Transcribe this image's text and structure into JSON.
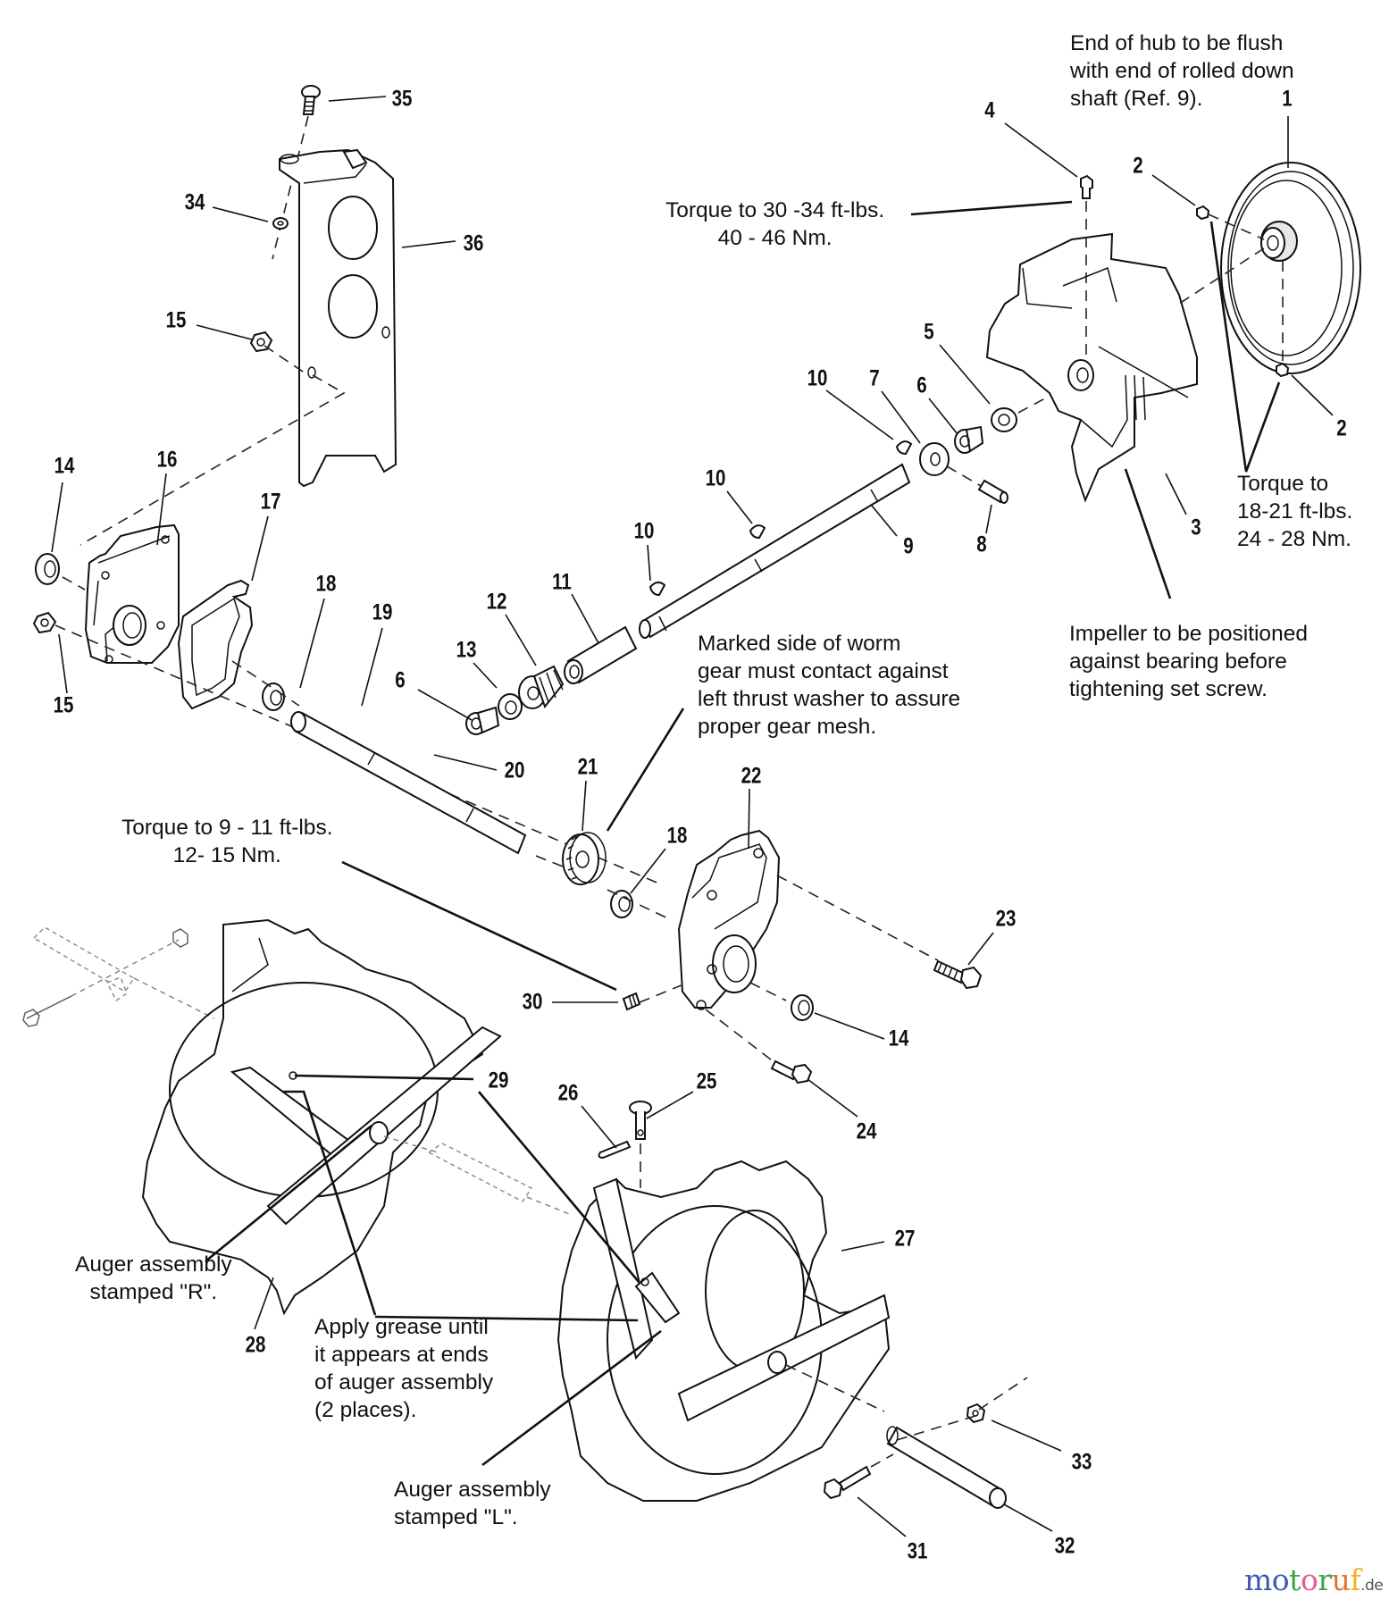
{
  "diagram": {
    "type": "exploded-parts-diagram",
    "subject": "Snow thrower auger gearbox, impeller and auger assembly"
  },
  "callouts": [
    {
      "id": "c35",
      "label": "35"
    },
    {
      "id": "c34",
      "label": "34"
    },
    {
      "id": "c36",
      "label": "36"
    },
    {
      "id": "c15a",
      "label": "15"
    },
    {
      "id": "c4",
      "label": "4"
    },
    {
      "id": "c2a",
      "label": "2"
    },
    {
      "id": "c1",
      "label": "1"
    },
    {
      "id": "c2b",
      "label": "2"
    },
    {
      "id": "c5",
      "label": "5"
    },
    {
      "id": "c10a",
      "label": "10"
    },
    {
      "id": "c7",
      "label": "7"
    },
    {
      "id": "c6a",
      "label": "6"
    },
    {
      "id": "c10b",
      "label": "10"
    },
    {
      "id": "c9",
      "label": "9"
    },
    {
      "id": "c8",
      "label": "8"
    },
    {
      "id": "c3",
      "label": "3"
    },
    {
      "id": "c10c",
      "label": "10"
    },
    {
      "id": "c11",
      "label": "11"
    },
    {
      "id": "c12",
      "label": "12"
    },
    {
      "id": "c13",
      "label": "13"
    },
    {
      "id": "c6b",
      "label": "6"
    },
    {
      "id": "c14a",
      "label": "14"
    },
    {
      "id": "c16",
      "label": "16"
    },
    {
      "id": "c17",
      "label": "17"
    },
    {
      "id": "c18a",
      "label": "18"
    },
    {
      "id": "c19",
      "label": "19"
    },
    {
      "id": "c15b",
      "label": "15"
    },
    {
      "id": "c20",
      "label": "20"
    },
    {
      "id": "c21",
      "label": "21"
    },
    {
      "id": "c22",
      "label": "22"
    },
    {
      "id": "c18b",
      "label": "18"
    },
    {
      "id": "c23",
      "label": "23"
    },
    {
      "id": "c30",
      "label": "30"
    },
    {
      "id": "c14b",
      "label": "14"
    },
    {
      "id": "c24",
      "label": "24"
    },
    {
      "id": "c29",
      "label": "29"
    },
    {
      "id": "c26",
      "label": "26"
    },
    {
      "id": "c25",
      "label": "25"
    },
    {
      "id": "c27",
      "label": "27"
    },
    {
      "id": "c28",
      "label": "28"
    },
    {
      "id": "c33",
      "label": "33"
    },
    {
      "id": "c31",
      "label": "31"
    },
    {
      "id": "c32",
      "label": "32"
    }
  ],
  "notes": {
    "hub_flush": "End of hub to be flush\nwith end of rolled down\nshaft (Ref. 9).",
    "torque_bolt4": "Torque to 30 -34 ft-lbs.\n40 - 46 Nm.",
    "torque_setscrews2": "Torque to\n18-21 ft-lbs.\n24 - 28 Nm.",
    "impeller_position": "Impeller to be positioned\nagainst bearing before\ntightening set screw.",
    "worm_gear": "Marked side of worm\ngear must contact against\nleft thrust washer to assure\nproper gear mesh.",
    "torque_setscrew30": "Torque to 9 - 11 ft-lbs.\n12- 15 Nm.",
    "auger_r": "Auger assembly\nstamped \"R\".",
    "grease": "Apply grease until\nit appears at ends\nof auger assembly\n(2 places).",
    "auger_l": "Auger assembly\nstamped \"L\"."
  },
  "watermark": {
    "letters": [
      {
        "ch": "m",
        "color": "#3b5bb0"
      },
      {
        "ch": "o",
        "color": "#3b5bb0"
      },
      {
        "ch": "t",
        "color": "#3fa34a"
      },
      {
        "ch": "o",
        "color": "#e0609a"
      },
      {
        "ch": "r",
        "color": "#3fa34a"
      },
      {
        "ch": "u",
        "color": "#e0772e"
      },
      {
        "ch": "f",
        "color": "#f0b323"
      }
    ],
    "suffix": ".de"
  }
}
